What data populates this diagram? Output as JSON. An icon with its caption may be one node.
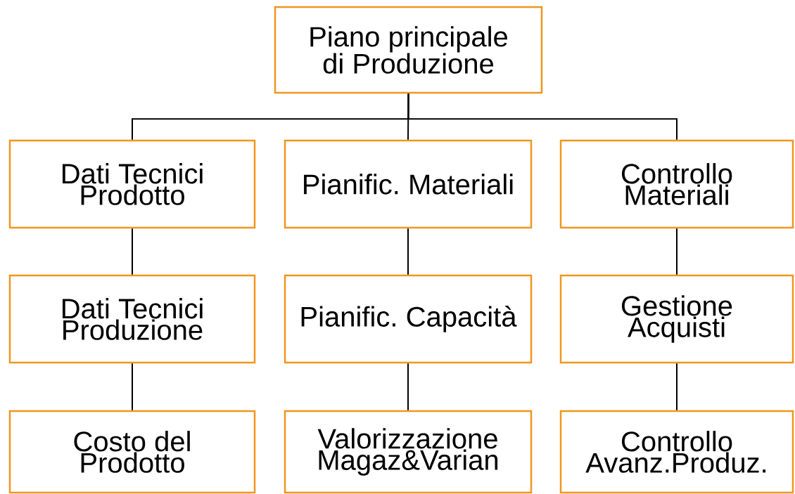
{
  "diagram": {
    "nodes": [
      {
        "text": [
          "Piano principale di Produzione"
        ]
      },
      {
        "text": [
          "Dati Tecnici Prodotto"
        ]
      },
      {
        "text": [
          "Pianific. Materiali"
        ]
      },
      {
        "text": [
          "Controllo Materiali"
        ]
      },
      {
        "text": [
          "Dati Tecnici Produzione"
        ]
      },
      {
        "text": [
          "Pianific. Capacità"
        ]
      },
      {
        "text": [
          "Gestione Acquisti"
        ]
      },
      {
        "text": [
          "Costo del Prodotto"
        ]
      },
      {
        "text": [
          "Valorizzazione Magaz&Varian"
        ]
      },
      {
        "text": [
          "Controllo Avanz.Produz."
        ]
      }
    ],
    "edges": [
      {
        "from": 0,
        "to": 1,
        "arrow": "none"
      },
      {
        "from": 0,
        "to": 2,
        "arrow": "none"
      },
      {
        "from": 0,
        "to": 3,
        "arrow": "none"
      },
      {
        "from": 1,
        "to": 4,
        "arrow": "none"
      },
      {
        "from": 4,
        "to": 7,
        "arrow": "none"
      },
      {
        "from": 2,
        "to": 5,
        "arrow": "none"
      },
      {
        "from": 5,
        "to": 8,
        "arrow": "none"
      },
      {
        "from": 3,
        "to": 6,
        "arrow": "none"
      },
      {
        "from": 6,
        "to": 9,
        "arrow": "none"
      }
    ]
  }
}
